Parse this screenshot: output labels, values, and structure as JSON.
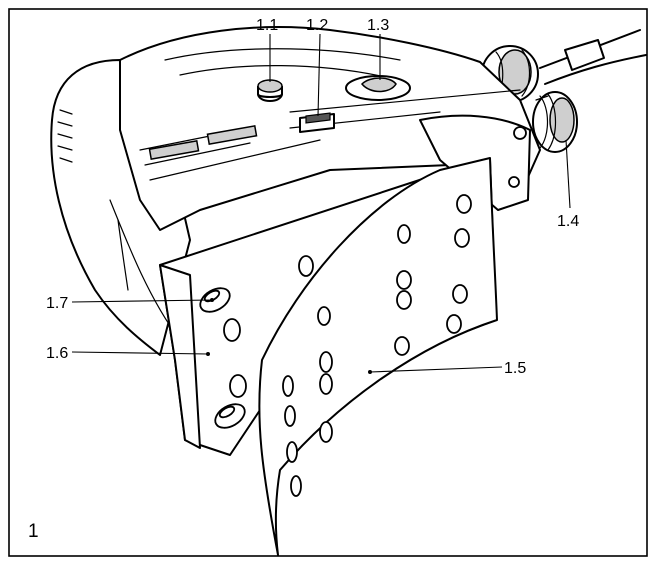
{
  "figure_number": "1",
  "callouts": [
    {
      "id": "c11",
      "label": "1.1"
    },
    {
      "id": "c12",
      "label": "1.2"
    },
    {
      "id": "c13",
      "label": "1.3"
    },
    {
      "id": "c14",
      "label": "1.4"
    },
    {
      "id": "c15",
      "label": "1.5"
    },
    {
      "id": "c16",
      "label": "1.6"
    },
    {
      "id": "c17",
      "label": "1.7"
    }
  ]
}
